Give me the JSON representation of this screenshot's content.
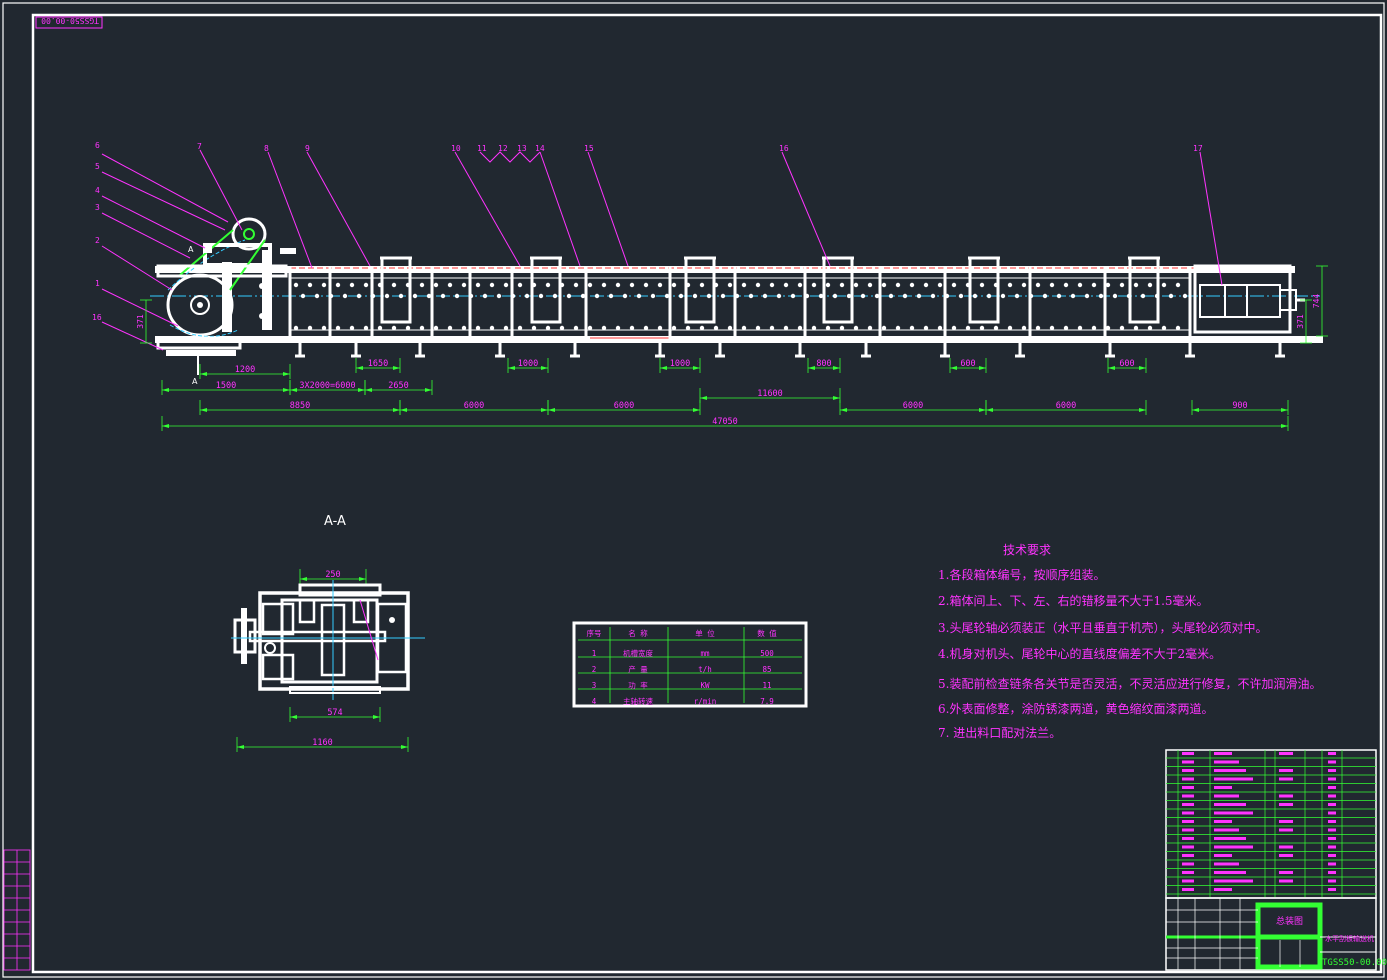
{
  "title_strip": "TGSS50-00.00",
  "section_label": "A-A",
  "callouts": [
    "1",
    "2",
    "3",
    "4",
    "5",
    "6",
    "7",
    "8",
    "9",
    "10",
    "11",
    "12",
    "13",
    "14",
    "15",
    "16",
    "17",
    "16"
  ],
  "section_marks": [
    "A",
    "A"
  ],
  "dims_top": {
    "d1200": "1200",
    "d1500": "1500",
    "d3x2000": "3X2000=6000",
    "d2650": "2650",
    "d1650": "1650",
    "d1000a": "1000",
    "d1000b": "1000",
    "d11600": "11600",
    "d800": "800",
    "d600a": "600",
    "d600b": "600",
    "d8850": "8850",
    "d6000a": "6000",
    "d6000b": "6000",
    "d6000c": "6000",
    "d6000d": "6000",
    "d900": "900",
    "d47050": "47050",
    "d371a": "371",
    "d371b": "371",
    "d744": "744"
  },
  "dims_section": {
    "w250": "250",
    "w574": "574",
    "w1160": "1160"
  },
  "param_table": {
    "headers": [
      "序号",
      "名  称",
      "单  位",
      "数  值"
    ],
    "rows": [
      [
        "1",
        "机槽宽度",
        "mm",
        "500"
      ],
      [
        "2",
        "产  量",
        "t/h",
        "85"
      ],
      [
        "3",
        "功  率",
        "KW",
        "11"
      ],
      [
        "4",
        "主轴转速",
        "r/min",
        "7.9"
      ]
    ]
  },
  "tech_req": {
    "title": "技术要求",
    "items": [
      "1.各段箱体编号，按顺序组装。",
      "2.箱体间上、下、左、右的错移量不大于1.5毫米。",
      "3.头尾轮轴必须装正（水平且垂直于机壳），头尾轮必须对中。",
      "4.机身对机头、尾轮中心的直线度偏差不大于2毫米。",
      "5.装配前检查链条各关节是否灵活，不灵活应进行修复，不许加润滑油。",
      "6.外表面修整，涂防锈漆两道，黄色缩纹面漆两道。",
      "7. 进出料口配对法兰。"
    ]
  },
  "title_block": {
    "drawing_name": "总装图",
    "machine_name": "水平刮板输送机",
    "drawing_no": "TGSS50-00.00"
  },
  "colors": {
    "bg": "#212830",
    "line": "#ffffff",
    "annot": "#ff33ff",
    "dim": "#33ff33",
    "center": "#33ccff",
    "hidden": "#ff3333"
  }
}
